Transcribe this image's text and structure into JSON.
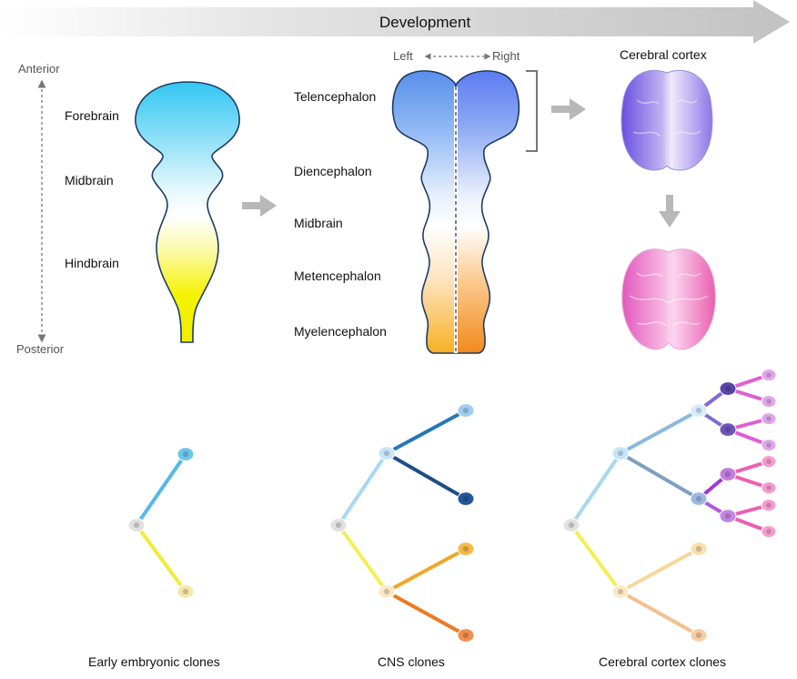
{
  "header": {
    "title": "Development"
  },
  "axis": {
    "anterior": "Anterior",
    "posterior": "Posterior"
  },
  "early_tube": {
    "regions": [
      "Forebrain",
      "Midbrain",
      "Hindbrain"
    ]
  },
  "late_tube": {
    "left": "Left",
    "right": "Right",
    "regions": [
      "Telencephalon",
      "Diencephalon",
      "Midbrain",
      "Metencephalon",
      "Myelencephalon"
    ]
  },
  "cortex": {
    "title": "Cerebral cortex"
  },
  "clones": {
    "early": "Early embryonic clones",
    "cns": "CNS clones",
    "cortex": "Cerebral cortex clones"
  },
  "colors": {
    "forebrain": "#3ec9f3",
    "hindbrain": "#f2f200",
    "telencephalon_left": "#4a86e8",
    "telencephalon_right": "#5b7cf0",
    "myelencephalon": "#f6a623",
    "cortex_purple": "#7a63e6",
    "cortex_pink": "#ec5fb4",
    "arrow_gray": "#b8b8b8"
  }
}
